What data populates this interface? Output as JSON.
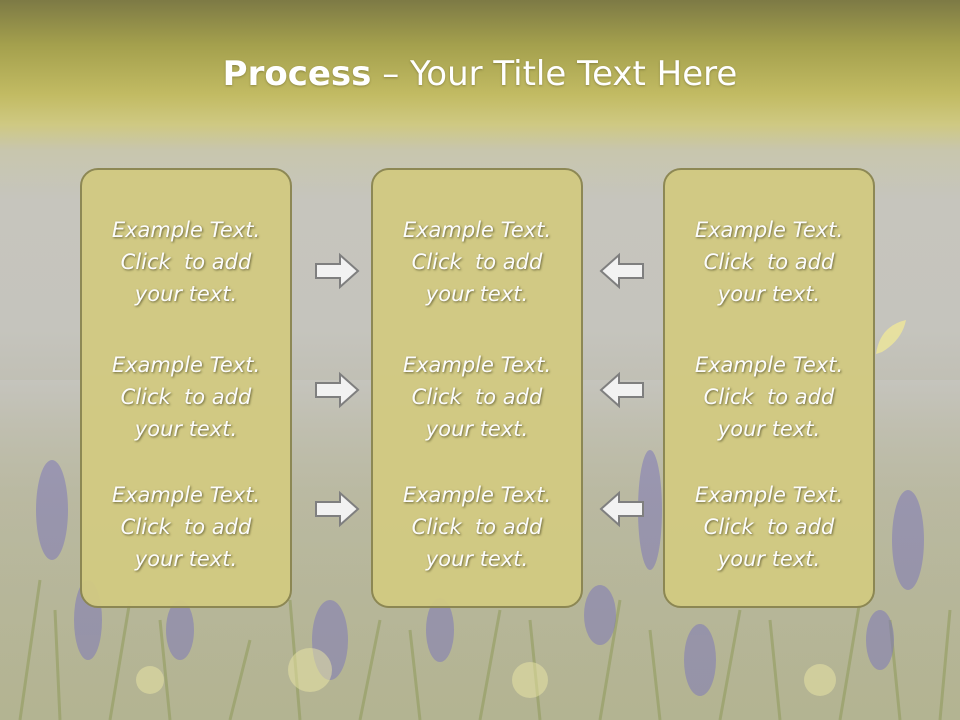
{
  "slide": {
    "title_bold": "Process",
    "title_separator": " – ",
    "title_rest": "Your Title Text Here"
  },
  "panels": [
    {
      "cells": [
        {
          "line1": "Example Text.",
          "line2": "Click  to add",
          "line3": "your text."
        },
        {
          "line1": "Example Text.",
          "line2": "Click  to add",
          "line3": "your text."
        },
        {
          "line1": "Example Text.",
          "line2": "Click  to add",
          "line3": "your text."
        }
      ]
    },
    {
      "cells": [
        {
          "line1": "Example Text.",
          "line2": "Click  to add",
          "line3": "your text."
        },
        {
          "line1": "Example Text.",
          "line2": "Click  to add",
          "line3": "your text."
        },
        {
          "line1": "Example Text.",
          "line2": "Click  to add",
          "line3": "your text."
        }
      ]
    },
    {
      "cells": [
        {
          "line1": "Example Text.",
          "line2": "Click  to add",
          "line3": "your text."
        },
        {
          "line1": "Example Text.",
          "line2": "Click  to add",
          "line3": "your text."
        },
        {
          "line1": "Example Text.",
          "line2": "Click  to add",
          "line3": "your text."
        }
      ]
    }
  ],
  "arrows": {
    "left_column": "arrow-right-icon",
    "right_column": "arrow-left-icon"
  },
  "colors": {
    "panel_fill": "#d2ca82",
    "panel_border": "#8b8651",
    "text": "#ffffff",
    "arrow_fill": "#f2f2f2",
    "arrow_stroke": "#7f7f7f"
  }
}
